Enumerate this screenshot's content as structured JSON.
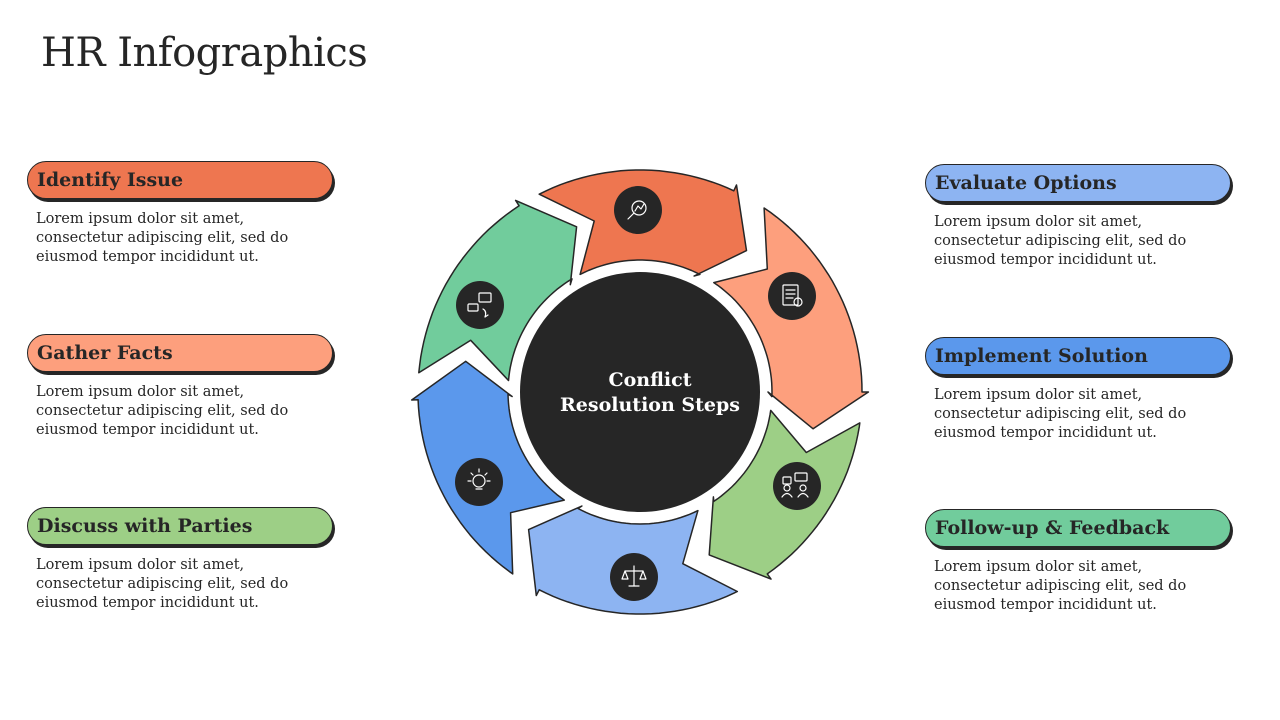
{
  "title": "HR Infographics",
  "center": {
    "line1": "Conflict",
    "line2": "Resolution Steps"
  },
  "colors": {
    "orange_dark": "#ee7650",
    "orange_light": "#fd9f7d",
    "green_light": "#9dcf86",
    "green_teal": "#71cc9c",
    "blue_dark": "#5b98ec",
    "blue_light": "#8db4f2",
    "center": "#262626"
  },
  "steps": [
    {
      "title": "Identify Issue",
      "text": "Lorem ipsum dolor sit amet, consectetur adipiscing elit, sed do eiusmod tempor incididunt ut.",
      "color": "#ee7650",
      "icon": "search-analysis-icon"
    },
    {
      "title": "Gather Facts",
      "text": "Lorem ipsum dolor sit amet, consectetur adipiscing elit, sed do eiusmod tempor incididunt ut.",
      "color": "#fd9f7d",
      "icon": "document-check-icon"
    },
    {
      "title": "Discuss with Parties",
      "text": "Lorem ipsum dolor sit amet, consectetur adipiscing elit, sed do eiusmod tempor incididunt ut.",
      "color": "#9dcf86",
      "icon": "conversation-people-icon"
    },
    {
      "title": "Evaluate Options",
      "text": "Lorem ipsum dolor sit amet, consectetur adipiscing elit, sed do eiusmod tempor incididunt ut.",
      "color": "#8db4f2",
      "icon": "balance-scale-icon"
    },
    {
      "title": "Implement Solution",
      "text": "Lorem ipsum dolor sit amet, consectetur adipiscing elit, sed do eiusmod tempor incididunt ut.",
      "color": "#5b98ec",
      "icon": "idea-bulb-icon"
    },
    {
      "title": "Follow-up & Feedback",
      "text": "Lorem ipsum dolor sit amet, consectetur adipiscing elit, sed do eiusmod tempor incididunt ut.",
      "color": "#71cc9c",
      "icon": "feedback-chat-icon"
    }
  ]
}
